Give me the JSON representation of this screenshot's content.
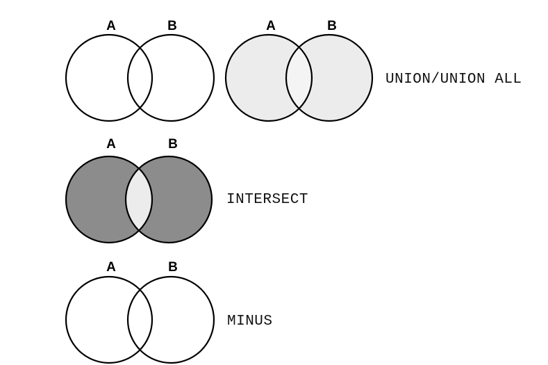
{
  "colors": {
    "light_fill": "#ececec",
    "dark_fill": "#8c8c8c",
    "overlap_light": "#f4f4f4",
    "outline": "#000000"
  },
  "diagrams": [
    {
      "id": "plain-pair",
      "left_label": "A",
      "right_label": "B",
      "left_fill": "#ececec",
      "right_fill": "#ececec",
      "show_overlap": false,
      "left_on_top": false
    },
    {
      "id": "union",
      "left_label": "A",
      "right_label": "B",
      "left_fill": "#ececec",
      "right_fill": "#ececec",
      "show_overlap": true,
      "overlap_fill": "#f4f4f4",
      "caption": "UNION/UNION ALL"
    },
    {
      "id": "intersect",
      "left_label": "A",
      "right_label": "B",
      "left_fill": "#8c8c8c",
      "right_fill": "#8c8c8c",
      "show_overlap": true,
      "overlap_fill": "#ececec",
      "caption": "INTERSECT"
    },
    {
      "id": "minus",
      "left_label": "A",
      "right_label": "B",
      "left_fill": "#ececec",
      "right_fill": "#8c8c8c",
      "show_overlap": false,
      "left_on_top": false,
      "caption": "MINUS"
    }
  ]
}
